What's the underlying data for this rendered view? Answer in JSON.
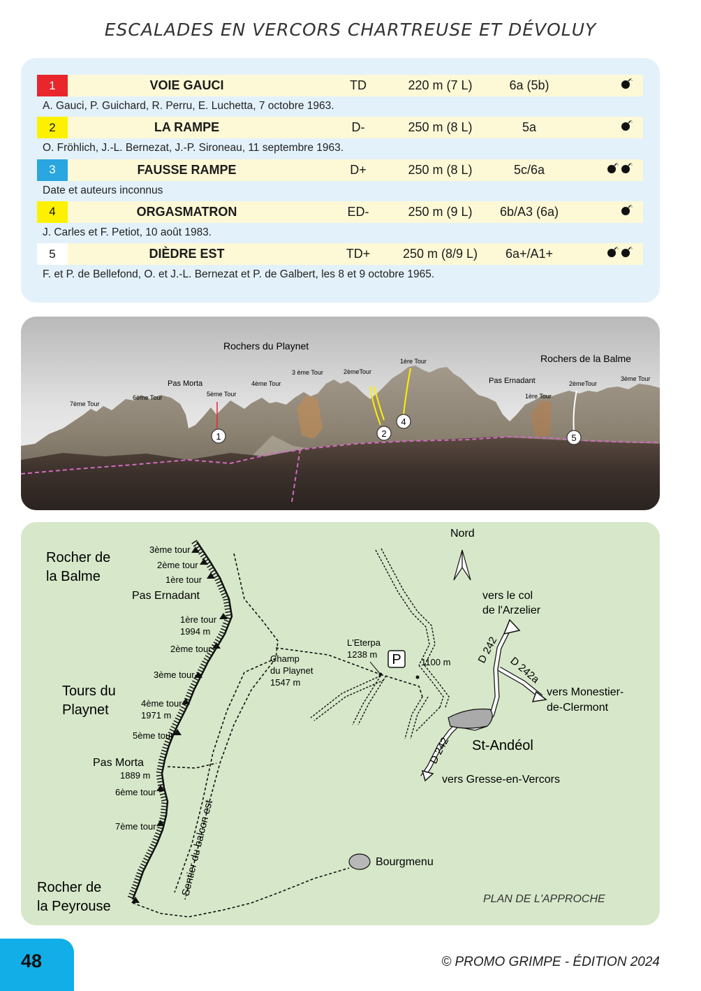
{
  "header": {
    "title": "ESCALADES EN VERCORS CHARTREUSE ET DÉVOLUY"
  },
  "routes": [
    {
      "num": "1",
      "color": "#e8262c",
      "num_color": "#ffffff",
      "name": "VOIE GAUCI",
      "grade": "TD",
      "length": "220 m (7 L)",
      "difficulty": "6a (5b)",
      "bolts": 1,
      "authors": "A. Gauci, P. Guichard, R. Perru, E. Luchetta, 7 octobre 1963."
    },
    {
      "num": "2",
      "color": "#fdf100",
      "num_color": "#111111",
      "name": "LA RAMPE",
      "grade": "D-",
      "length": "250 m (8 L)",
      "difficulty": "5a",
      "bolts": 1,
      "authors": "O. Fröhlich, J.-L. Bernezat, J.-P. Sironeau, 11 septembre 1963."
    },
    {
      "num": "3",
      "color": "#2aa6e0",
      "num_color": "#ffffff",
      "name": "FAUSSE RAMPE",
      "grade": "D+",
      "length": "250 m (8 L)",
      "difficulty": "5c/6a",
      "bolts": 2,
      "authors": "Date et auteurs inconnus"
    },
    {
      "num": "4",
      "color": "#fdf100",
      "num_color": "#111111",
      "name": "ORGASMATRON",
      "grade": "ED-",
      "length": "250 m (9 L)",
      "difficulty": "6b/A3 (6a)",
      "bolts": 1,
      "authors": "J. Carles et F. Petiot, 10 août 1983."
    },
    {
      "num": "5",
      "color": "#ffffff",
      "num_color": "#111111",
      "name": "DIÈDRE EST",
      "grade": "TD+",
      "length": "250 m (8/9 L)",
      "difficulty": "6a+/A1+",
      "bolts": 2,
      "authors": "F. et P. de Bellefond, O. et J.-L. Bernezat et P. de Galbert, les 8 et 9 octobre 1965."
    }
  ],
  "photo": {
    "labels": {
      "rochers_playnet": "Rochers du Playnet",
      "rochers_balme": "Rochers de la Balme",
      "pas_morta": "Pas Morta",
      "pas_ernadant": "Pas Ernadant",
      "tour7": "7ème Tour",
      "tour6": "6ème Tour",
      "tour5": "5ème Tour",
      "tour4": "4ème Tour",
      "tour3": "3 ème Tour",
      "tour2": "2èmeTour",
      "tour1": "1ère Tour",
      "tour1_balme": "1ère Tour",
      "tour2_balme": "2èmeTour",
      "tour3_balme": "3ème Tour"
    },
    "markers": [
      "1",
      "2",
      "4",
      "5"
    ]
  },
  "map": {
    "north": "Nord",
    "rocher_balme": [
      "Rocher de",
      "la Balme"
    ],
    "tours_playnet": [
      "Tours du",
      "Playnet"
    ],
    "rocher_peyrouse": [
      "Rocher de",
      "la Peyrouse"
    ],
    "pas_ernadant": "Pas Ernadant",
    "pas_morta": "Pas Morta",
    "pas_morta_alt": "1889 m",
    "balme_t3": "3ème tour",
    "balme_t2": "2ème tour",
    "balme_t1": "1ère tour",
    "t1": "1ère tour",
    "t1_alt": "1994 m",
    "t2": "2ème tour",
    "t3": "3ème tour",
    "t4": "4ème tour",
    "t4_alt": "1971 m",
    "t5": "5ème tour",
    "t6": "6ème tour",
    "t7": "7ème tour",
    "champ": [
      "Champ",
      "du Playnet",
      "1547 m"
    ],
    "eterpa": [
      "L'Eterpa",
      "1238 m"
    ],
    "parking": "P",
    "alt1100": "1100 m",
    "sentier": "Sentier du balcon est",
    "bourgmenu": "Bourgmenu",
    "st_andeol": "St-Andéol",
    "vers_col": [
      "vers le col",
      "de l'Arzelier"
    ],
    "vers_monestier": [
      "vers Monestier-",
      "de-Clermont"
    ],
    "vers_gresse": "vers Gresse-en-Vercors",
    "d242_top": "D 242",
    "d242a": "D 242a",
    "d242_bottom": "D 242",
    "caption": "PLAN DE L'APPROCHE"
  },
  "footer": {
    "page": "48",
    "copyright": "© PROMO GRIMPE - ÉDITION 2024"
  }
}
